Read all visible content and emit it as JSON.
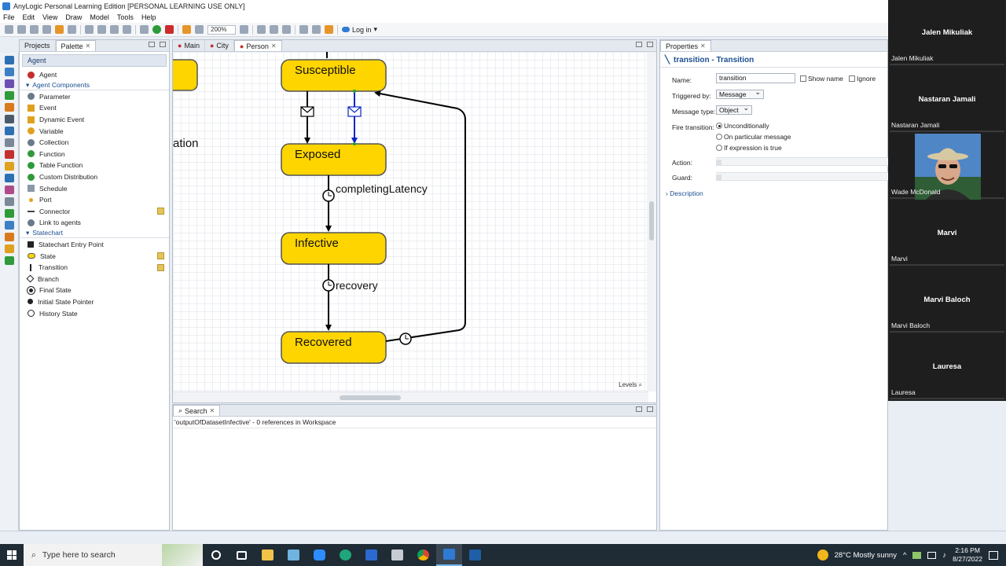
{
  "window": {
    "title": "AnyLogic Personal Learning Edition [PERSONAL LEARNING USE ONLY]"
  },
  "menu": [
    "File",
    "Edit",
    "View",
    "Draw",
    "Model",
    "Tools",
    "Help"
  ],
  "toolbar": {
    "zoom": "200%",
    "login": "Log in"
  },
  "left_panel": {
    "tabs": [
      {
        "label": "Projects"
      },
      {
        "label": "Palette"
      }
    ],
    "header": "Agent",
    "agent_item": "Agent",
    "section_components": "Agent Components",
    "components": [
      "Parameter",
      "Event",
      "Dynamic Event",
      "Variable",
      "Collection",
      "Function",
      "Table Function",
      "Custom Distribution",
      "Schedule",
      "Port",
      "Connector",
      "Link to agents"
    ],
    "section_statechart": "Statechart",
    "statechart_items": [
      "Statechart Entry Point",
      "State",
      "Transition",
      "Branch",
      "Final State",
      "Initial State Pointer",
      "History State"
    ]
  },
  "editor": {
    "tabs": [
      {
        "label": "Main"
      },
      {
        "label": "City"
      },
      {
        "label": "Person"
      }
    ],
    "states": {
      "s1": "Susceptible",
      "s2": "Exposed",
      "s3": "Infective",
      "s4": "Recovered"
    },
    "partial_label": "ation",
    "transitions": {
      "t1": "completingLatency",
      "t2": "recovery"
    },
    "levels": "Levels"
  },
  "search_panel": {
    "tab": "Search",
    "result": "'outputOfDatasetInfective' - 0 references in Workspace"
  },
  "properties": {
    "tab": "Properties",
    "title": "transition - Transition",
    "name_label": "Name:",
    "name_value": "transition",
    "show_name": "Show name",
    "ignore": "Ignore",
    "triggered_label": "Triggered by:",
    "triggered_value": "Message",
    "msgtype_label": "Message type:",
    "msgtype_value": "Object",
    "fire_label": "Fire transition:",
    "fire_options": [
      "Unconditionally",
      "On particular message",
      "If expression is true"
    ],
    "action_label": "Action:",
    "guard_label": "Guard:",
    "description": "Description"
  },
  "participants": [
    {
      "name": "Jalen Mikuliak",
      "label": "Jalen Mikuliak"
    },
    {
      "name": "Nastaran Jamali",
      "label": "Nastaran Jamali"
    },
    {
      "name": "",
      "label": "Wade McDonald"
    },
    {
      "name": "Marvi",
      "label": "Marvi"
    },
    {
      "name": "Marvi Baloch",
      "label": "Marvi Baloch"
    },
    {
      "name": "Lauresa",
      "label": "Lauresa"
    }
  ],
  "taskbar": {
    "search_placeholder": "Type here to search",
    "weather": "28°C  Mostly sunny",
    "time": "2:16 PM",
    "date": "8/27/2022"
  },
  "colors": {
    "state_fill": "#FFD500",
    "accent": "#1b4f91"
  }
}
